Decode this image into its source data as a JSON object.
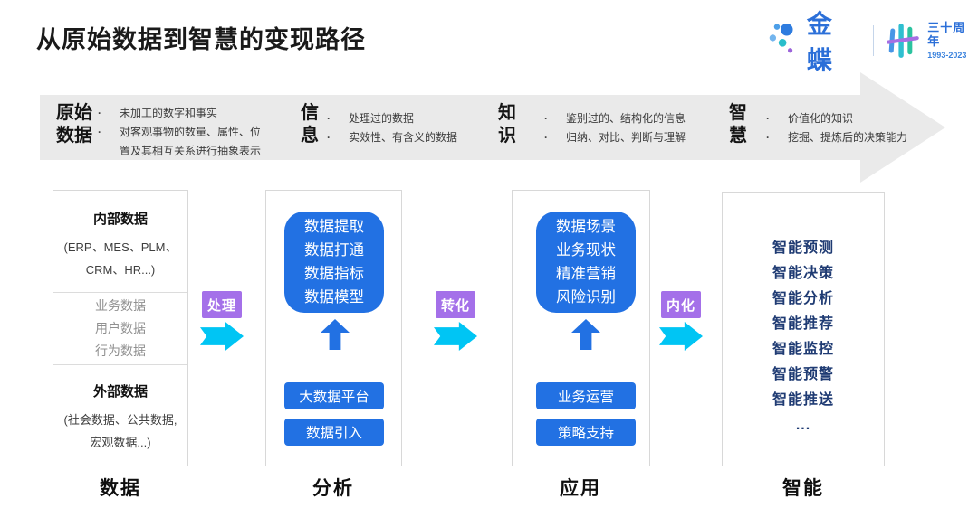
{
  "title": "从原始数据到智慧的变现路径",
  "logo": {
    "brand": "金蝶",
    "anniversary": "三十周年",
    "years": "1993-2023"
  },
  "banner": {
    "stages": [
      {
        "label": "原始\n数据",
        "bullets": [
          "未加工的数字和事实",
          "对客观事物的数量、属性、位置及其相互关系进行抽象表示"
        ]
      },
      {
        "label": "信\n息",
        "bullets": [
          "处理过的数据",
          "实效性、有含义的数据"
        ]
      },
      {
        "label": "知\n识",
        "bullets": [
          "鉴别过的、结构化的信息",
          "归纳、对比、判断与理解"
        ]
      },
      {
        "label": "智\n慧",
        "bullets": [
          "价值化的知识",
          "挖掘、提炼后的决策能力"
        ]
      }
    ]
  },
  "flow_labels": [
    "处理",
    "转化",
    "内化"
  ],
  "columns": {
    "data": {
      "internal_title": "内部数据",
      "internal_detail": "(ERP、MES、PLM、\nCRM、HR...)",
      "middle_items": [
        "业务数据",
        "用户数据",
        "行为数据"
      ],
      "external_title": "外部数据",
      "external_detail": "(社会数据、公共数据,\n宏观数据...)",
      "footer": "数据"
    },
    "analysis": {
      "core": "数据提取\n数据打通\n数据指标\n数据模型",
      "buttons": [
        "大数据平台",
        "数据引入"
      ],
      "footer": "分析"
    },
    "application": {
      "core": "数据场景\n业务现状\n精准营销\n风险识别",
      "buttons": [
        "业务运营",
        "策略支持"
      ],
      "footer": "应用"
    },
    "intelligence": {
      "items": [
        "智能预测",
        "智能决策",
        "智能分析",
        "智能推荐",
        "智能监控",
        "智能预警",
        "智能推送",
        "..."
      ],
      "footer": "智能"
    }
  },
  "colors": {
    "accent_blue": "#2271E3",
    "navy_text": "#1F3B73",
    "cyan_arrow": "#00C5F4",
    "purple_label": "#A470E9",
    "banner_gray": "#EAEAEA",
    "kingdee_blue": "#2B6FD8"
  }
}
